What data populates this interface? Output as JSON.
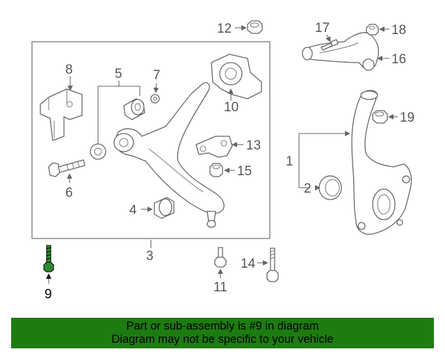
{
  "diagram": {
    "callouts": [
      "1",
      "2",
      "3",
      "4",
      "5",
      "6",
      "7",
      "8",
      "9",
      "10",
      "11",
      "12",
      "13",
      "14",
      "15",
      "16",
      "17",
      "18",
      "19"
    ],
    "highlighted_part": "9"
  },
  "banner": {
    "line1": "Part or sub-assembly is #9 in diagram",
    "line2": "Diagram may not be specific to your vehicle",
    "color": "#1c7c10"
  }
}
